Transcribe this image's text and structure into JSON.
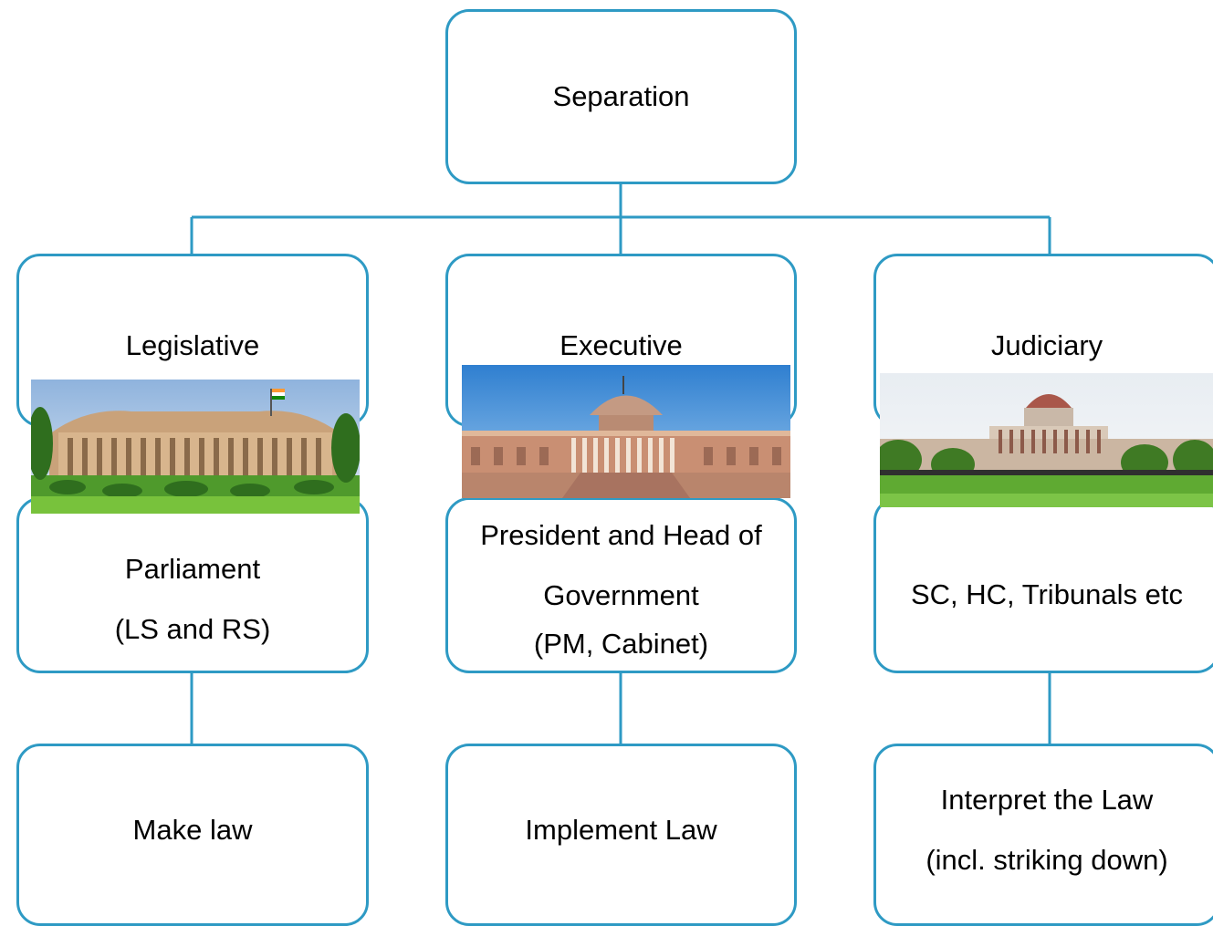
{
  "root": {
    "label": "Separation"
  },
  "branches": [
    {
      "title": "Legislative",
      "body_lines": [
        "Parliament",
        "(LS and RS)"
      ],
      "function_lines": [
        "Make law"
      ]
    },
    {
      "title": "Executive",
      "body_lines": [
        "President and Head of",
        "Government",
        "(PM, Cabinet)"
      ],
      "function_lines": [
        "Implement Law"
      ]
    },
    {
      "title": "Judiciary",
      "body_lines": [
        "SC, HC, Tribunals etc"
      ],
      "function_lines": [
        "Interpret the Law",
        "(incl. striking down)"
      ]
    }
  ],
  "colors": {
    "box_border": "#2e9ac4",
    "connector": "#2e9ac4"
  }
}
